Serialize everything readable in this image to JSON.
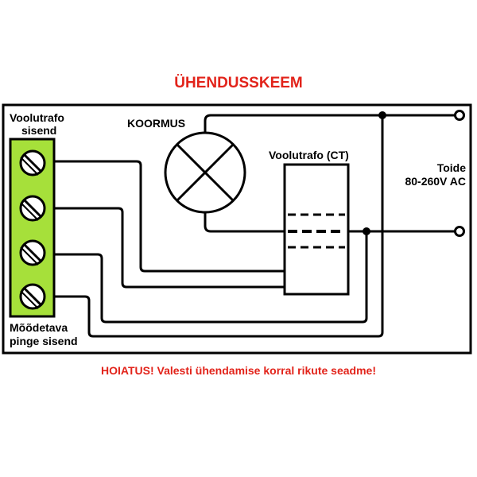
{
  "title": "ÜHENDUSSKEEM",
  "labels": {
    "ct_input_line1": "Voolutrafo",
    "ct_input_line2": "sisend",
    "load": "KOORMUS",
    "ct": "Voolutrafo (CT)",
    "power_line1": "Toide",
    "power_line2": "80-260V AC",
    "voltage_input_line1": "Mõõdetava",
    "voltage_input_line2": "pinge sisend"
  },
  "warning": "HOIATUS! Valesti ühendamise korral rikute seadme!",
  "colors": {
    "title": "#e2231a",
    "warning": "#e2231a",
    "terminal_block": "#a6e03a",
    "line": "#000000"
  }
}
